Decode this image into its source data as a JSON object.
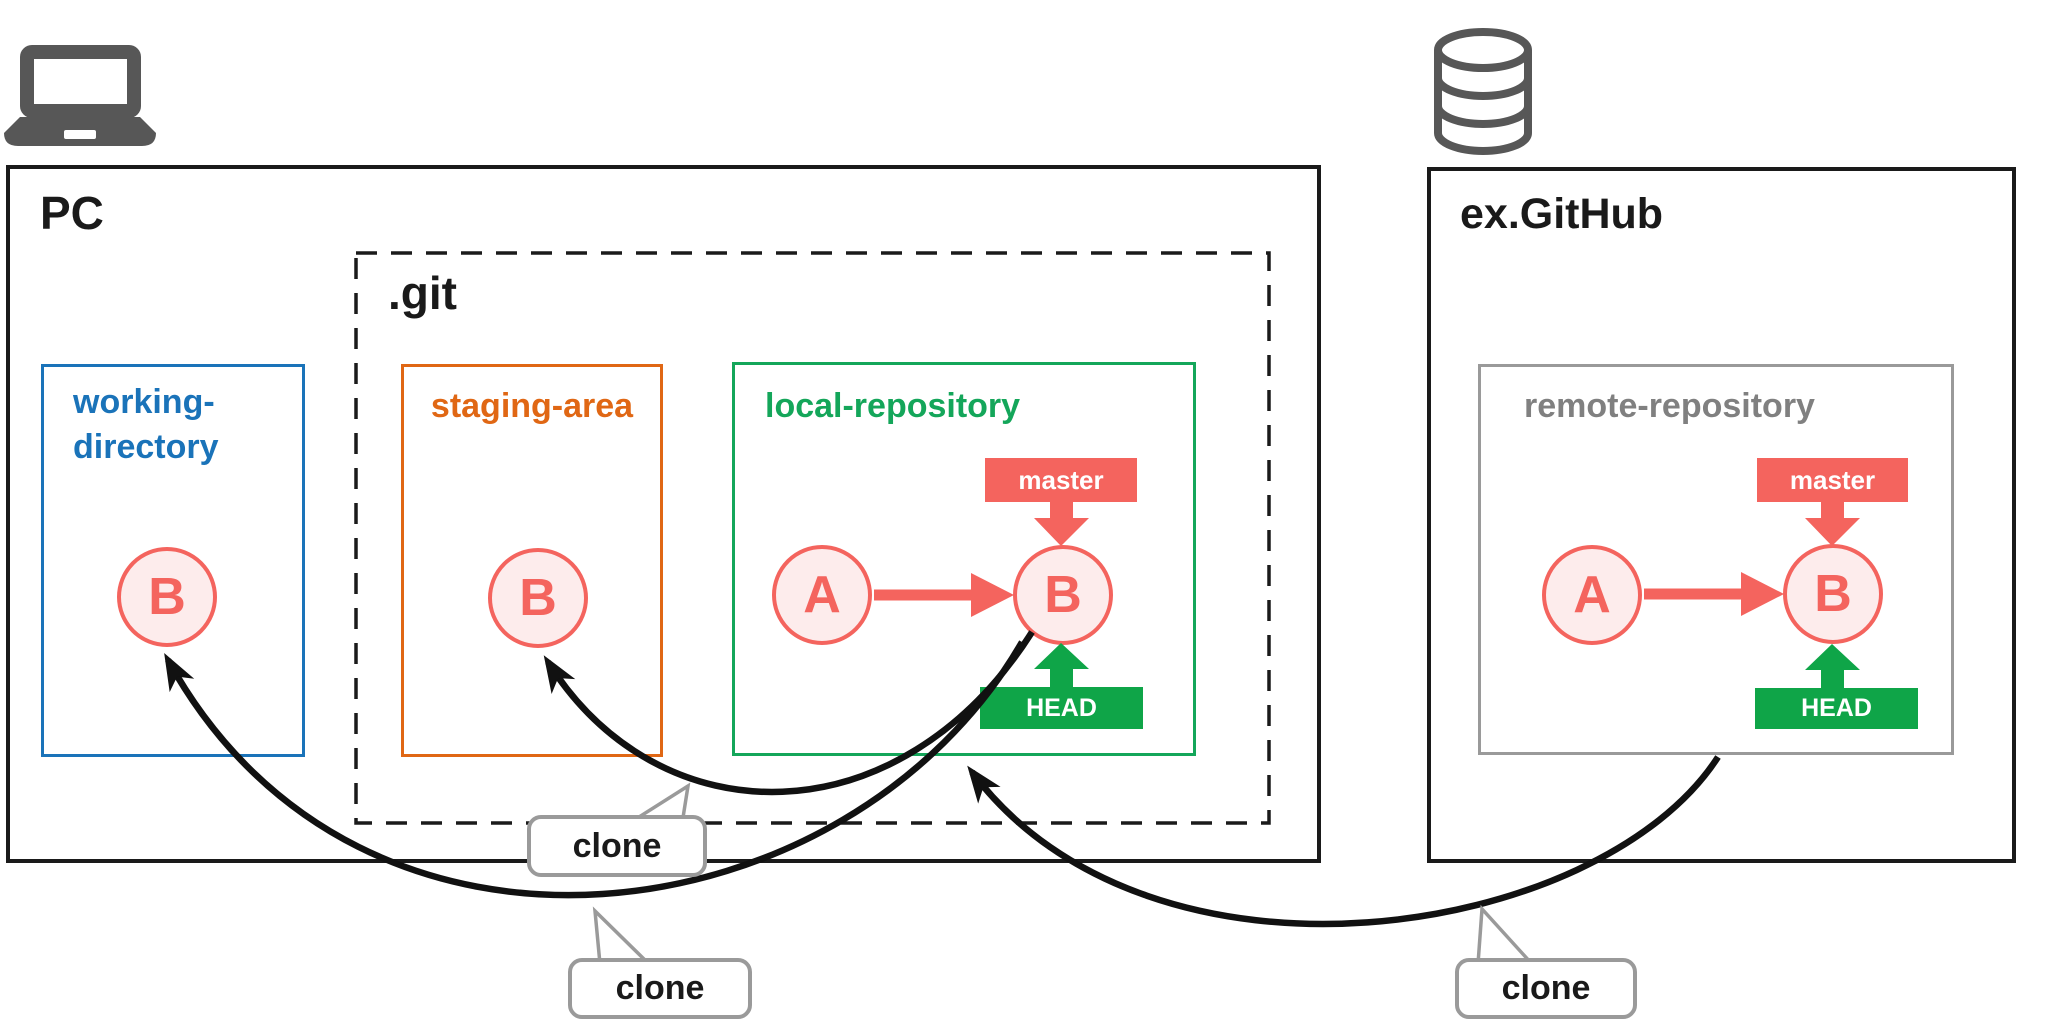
{
  "palette": {
    "black": "#1a1a1a",
    "red": "#f4645e",
    "red_light_fill": "#fdecec",
    "blue": "#1a73b9",
    "orange": "#e06714",
    "green": "#14a65a",
    "head_green": "#0fa548",
    "gray_text": "#808080",
    "gray_border": "#9a9a9a",
    "icon_gray": "#575757"
  },
  "icons": {
    "laptop": "laptop-icon",
    "database": "database-icon"
  },
  "pc": {
    "title": "PC",
    "working_directory": {
      "label_line1": "working-",
      "label_line2": "directory",
      "commit": "B"
    },
    "git": {
      "title": ".git",
      "staging_area": {
        "label": "staging-area",
        "commit": "B"
      },
      "local_repository": {
        "label": "local-repository",
        "commit_a": "A",
        "commit_b": "B",
        "master_badge": "master",
        "head_badge": "HEAD"
      }
    }
  },
  "github": {
    "title": "ex.GitHub",
    "remote_repository": {
      "label": "remote-repository",
      "commit_a": "A",
      "commit_b": "B",
      "master_badge": "master",
      "head_badge": "HEAD"
    }
  },
  "clone": {
    "to_staging": "clone",
    "to_working": "clone",
    "to_local": "clone"
  }
}
